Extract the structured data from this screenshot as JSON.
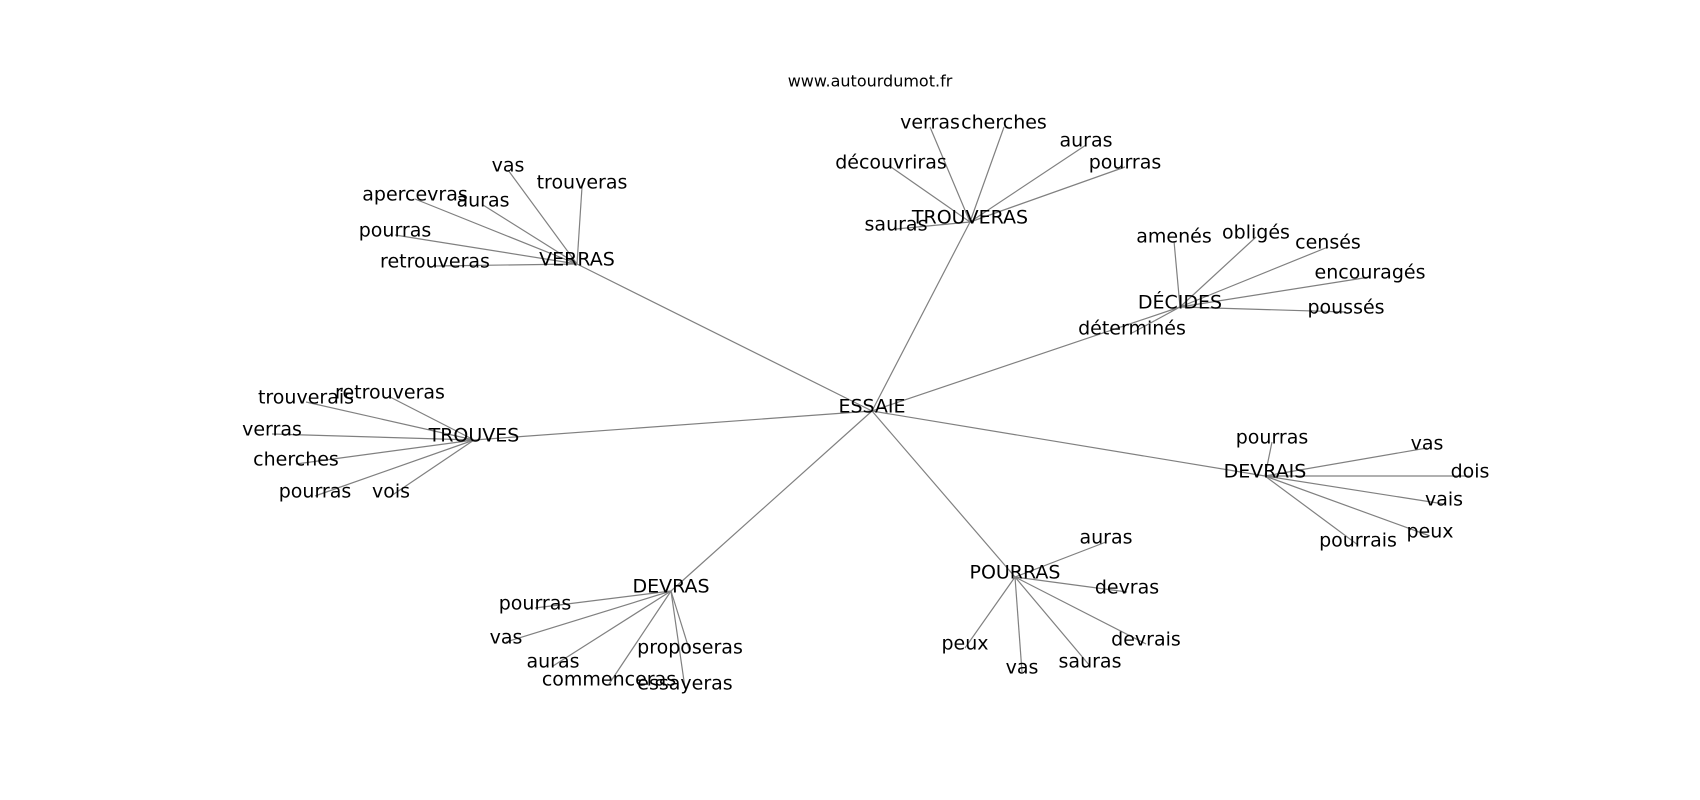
{
  "source": "www.autourdumot.fr",
  "graph": {
    "root": "ESSAIE",
    "clusters": [
      {
        "hub": "VERRAS",
        "leaves": [
          "vas",
          "trouveras",
          "apercevras",
          "auras",
          "pourras",
          "retrouveras"
        ]
      },
      {
        "hub": "TROUVERAS",
        "leaves": [
          "verras",
          "cherches",
          "auras",
          "découvriras",
          "pourras",
          "sauras"
        ]
      },
      {
        "hub": "DÉCIDES",
        "leaves": [
          "amenés",
          "obligés",
          "censés",
          "encouragés",
          "poussés",
          "déterminés"
        ]
      },
      {
        "hub": "TROUVES",
        "leaves": [
          "trouverais",
          "retrouveras",
          "verras",
          "cherches",
          "pourras",
          "vois"
        ]
      },
      {
        "hub": "DEVRAIS",
        "leaves": [
          "pourras",
          "vas",
          "dois",
          "vais",
          "peux",
          "pourrais"
        ]
      },
      {
        "hub": "POURRAS",
        "leaves": [
          "auras",
          "devras",
          "devrais",
          "peux",
          "vas",
          "sauras"
        ]
      },
      {
        "hub": "DEVRAS",
        "leaves": [
          "pourras",
          "vas",
          "auras",
          "commenceras",
          "proposeras",
          "essayeras"
        ]
      }
    ]
  }
}
